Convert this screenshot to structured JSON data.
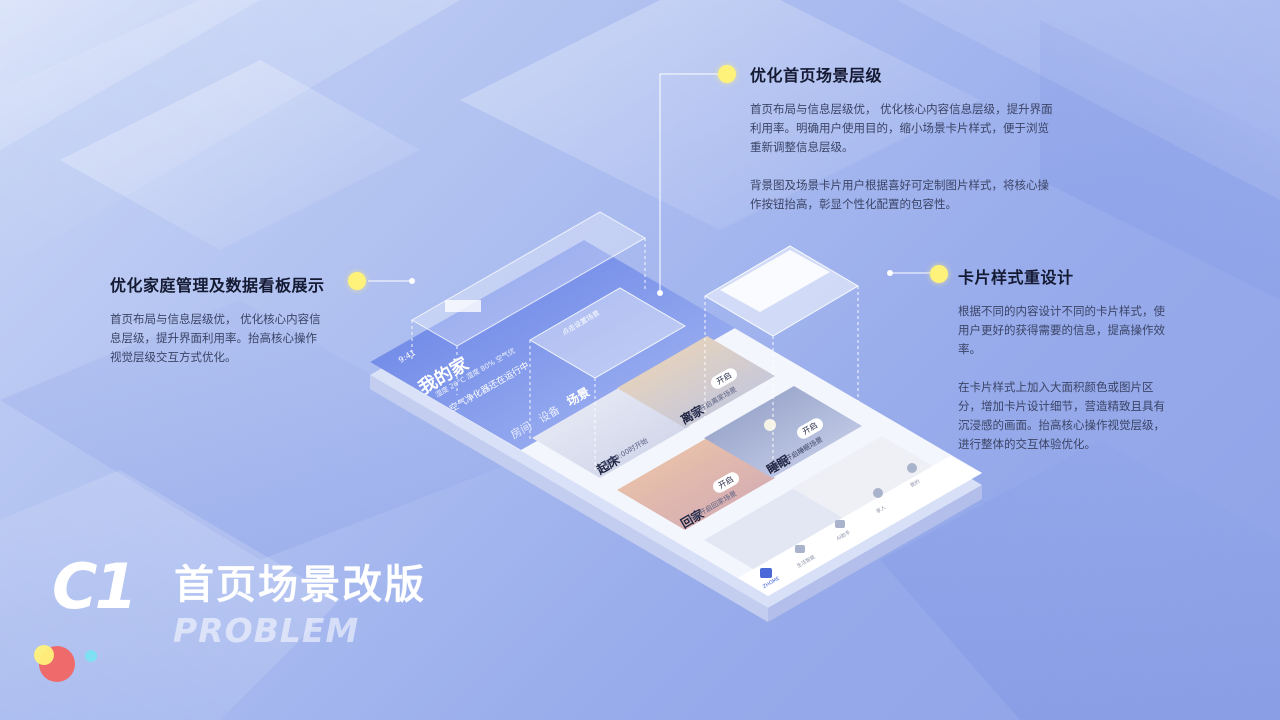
{
  "colors": {
    "accent_yellow": "#fff27a",
    "background_from": "#c9d6f6",
    "background_to": "#8ea2e6",
    "phone_blue": "#6f88e8"
  },
  "annotations": {
    "top": {
      "title": "优化首页场景层级",
      "para1_lines": [
        "首页布局与信息层级优， 优化核心内容信息层级，提升界面",
        "利用率。明确用户使用目的，缩小场景卡片样式，便于浏览",
        "重新调整信息层级。"
      ],
      "para2_lines": [
        "背景图及场景卡片用户根据喜好可定制图片样式，将核心操",
        "作按钮抬高，彰显个性化配置的包容性。"
      ]
    },
    "left": {
      "title": "优化家庭管理及数据看板展示",
      "para1_lines": [
        "首页布局与信息层级优， 优化核心内容信",
        "息层级，提升界面利用率。抬高核心操作",
        "视觉层级交互方式优化。"
      ]
    },
    "right": {
      "title": "卡片样式重设计",
      "para1_lines": [
        "根据不同的内容设计不同的卡片样式，使",
        "用户更好的获得需要的信息，提高操作效",
        "率。"
      ],
      "para2_lines": [
        "在卡片样式上加入大面积颜色或图片区",
        "分，增加卡片设计细节，营造精致且具有",
        "沉浸感的画面。抬高核心操作视觉层级，",
        "进行整体的交互体验优化。"
      ]
    }
  },
  "title": {
    "code": "C1",
    "chinese": "首页场景改版",
    "english": "PROBLEM"
  },
  "phone": {
    "time": "9:41",
    "home_title": "我的家",
    "weather": "湿度 26°C   湿度 80%   空气优",
    "purifier": "空气净化器还在运行中",
    "tabs": [
      "房间",
      "设备",
      "场景"
    ],
    "banner_pill": "点击设置场景",
    "cards": [
      {
        "name": "起床",
        "desc": "每天9:00时开始",
        "button": ""
      },
      {
        "name": "离家",
        "desc": "点击开启离家场景",
        "button": "开启"
      },
      {
        "name": "回家",
        "desc": "点击开启回家场景",
        "button": "开启"
      },
      {
        "name": "睡眠",
        "desc": "点击开启睡眠场景",
        "button": "开启"
      }
    ],
    "nav": [
      "ZHOME",
      "生活智能",
      "AI助手",
      "家人",
      "我的"
    ]
  }
}
